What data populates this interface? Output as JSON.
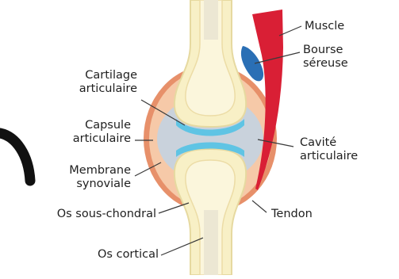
{
  "labels": {
    "cartilage": [
      "Cartilage",
      "articulaire"
    ],
    "capsule": [
      "Capsule",
      "articulaire"
    ],
    "membrane": [
      "Membrane",
      "synoviale"
    ],
    "os_sous_chondral": "Os sous-chondral",
    "os_cortical": "Os cortical",
    "muscle": "Muscle",
    "bourse": [
      "Bourse",
      "séreuse"
    ],
    "cavite": [
      "Cavité",
      "articulaire"
    ],
    "tendon": "Tendon"
  },
  "colors": {
    "bone": "#f8f0c6",
    "bone_outline": "#e6d9a0",
    "marrow": "#e9e4cf",
    "capsule": "#e7906a",
    "capsule_inner": "#f6c9a8",
    "cavity": "#c9d2dc",
    "cartilage": "#5fc4e4",
    "muscle": "#d91f35",
    "bursa": "#2a6fb5",
    "leader": "#3a3a3a",
    "text": "#1f1f1f"
  }
}
